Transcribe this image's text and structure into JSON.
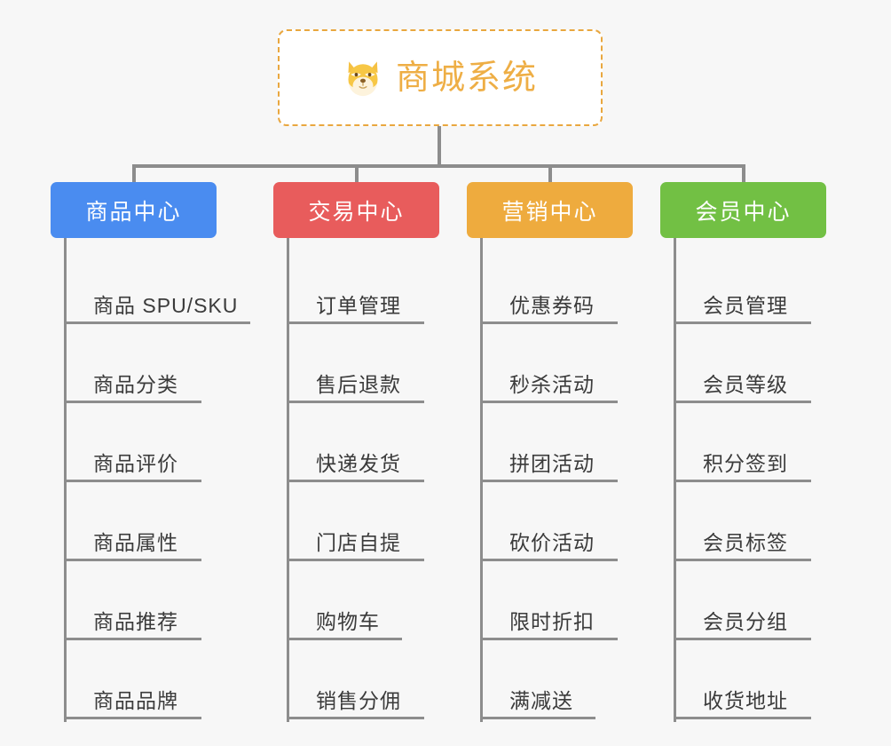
{
  "page": {
    "background_color": "#f7f7f7",
    "type": "mindmap"
  },
  "root": {
    "title": "商城系统",
    "icon": "dog-face-icon",
    "text_color": "#eeae45",
    "border_color": "#e9a73f",
    "background_color": "#ffffff"
  },
  "connector_color": "#8d8d8d",
  "branches": [
    {
      "label": "商品中心",
      "color": "#4a8cf0",
      "items": [
        "商品 SPU/SKU",
        "商品分类",
        "商品评价",
        "商品属性",
        "商品推荐",
        "商品品牌"
      ]
    },
    {
      "label": "交易中心",
      "color": "#e85c5c",
      "items": [
        "订单管理",
        "售后退款",
        "快递发货",
        "门店自提",
        "购物车",
        "销售分佣"
      ]
    },
    {
      "label": "营销中心",
      "color": "#eeab3e",
      "items": [
        "优惠券码",
        "秒杀活动",
        "拼团活动",
        "砍价活动",
        "限时折扣",
        "满减送"
      ]
    },
    {
      "label": "会员中心",
      "color": "#72c044",
      "items": [
        "会员管理",
        "会员等级",
        "积分签到",
        "会员标签",
        "会员分组",
        "收货地址"
      ]
    }
  ]
}
